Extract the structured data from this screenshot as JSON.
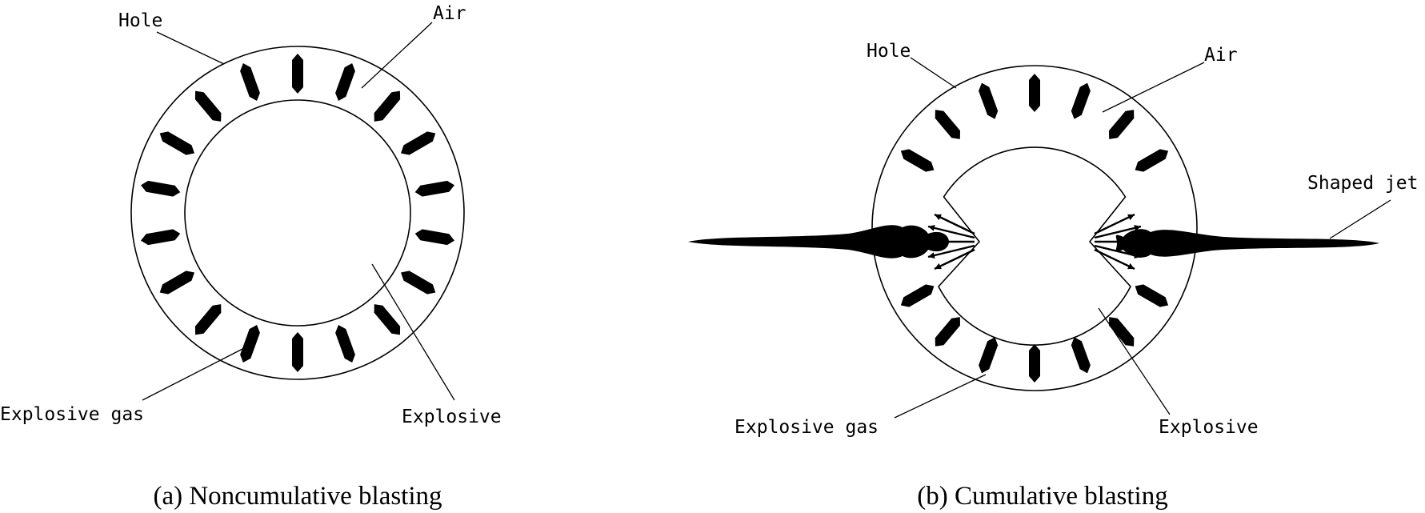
{
  "panel_a": {
    "label_hole": "Hole",
    "label_air": "Air",
    "label_gas": "Explosive gas",
    "label_explosive": "Explosive",
    "caption": "(a) Noncumulative blasting"
  },
  "panel_b": {
    "label_hole": "Hole",
    "label_air": "Air",
    "label_jet": "Shaped jet",
    "label_gas": "Explosive gas",
    "label_explosive": "Explosive",
    "caption": "(b) Cumulative blasting"
  },
  "colors": {
    "ink": "#000000",
    "paper": "#ffffff"
  }
}
